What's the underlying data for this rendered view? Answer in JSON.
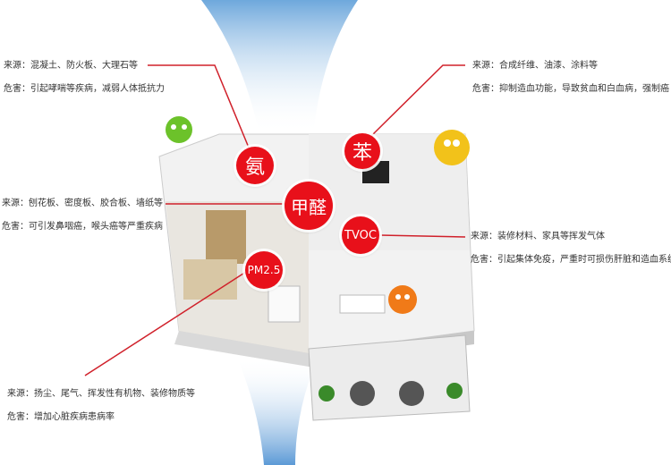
{
  "pollutants": [
    {
      "name": "氨",
      "source": "来源：混凝土、防火板、大理石等",
      "harm": "危害：引起哮喘等疾病，减弱人体抵抗力"
    },
    {
      "name": "苯",
      "source": "来源：合成纤维、油漆、涂料等",
      "harm": "危害：抑制造血功能，导致贫血和白血病，强制癌"
    },
    {
      "name": "甲醛",
      "source": "来源：刨花板、密度板、胶合板、墙纸等",
      "harm": "危害：可引发鼻咽癌，喉头癌等严重疾病"
    },
    {
      "name": "TVOC",
      "source": "来源：装修材料、家具等挥发气体",
      "harm": "危害：引起集体免疫，严重时可损伤肝脏和造血系统"
    },
    {
      "name": "PM2.5",
      "source": "来源：扬尘、尾气、挥发性有机物、装修物质等",
      "harm": "危害：增加心脏疾病患病率"
    }
  ],
  "colors": {
    "badge": "#e8101a",
    "line": "#d0202a",
    "airflow": "#7fb3e0"
  }
}
